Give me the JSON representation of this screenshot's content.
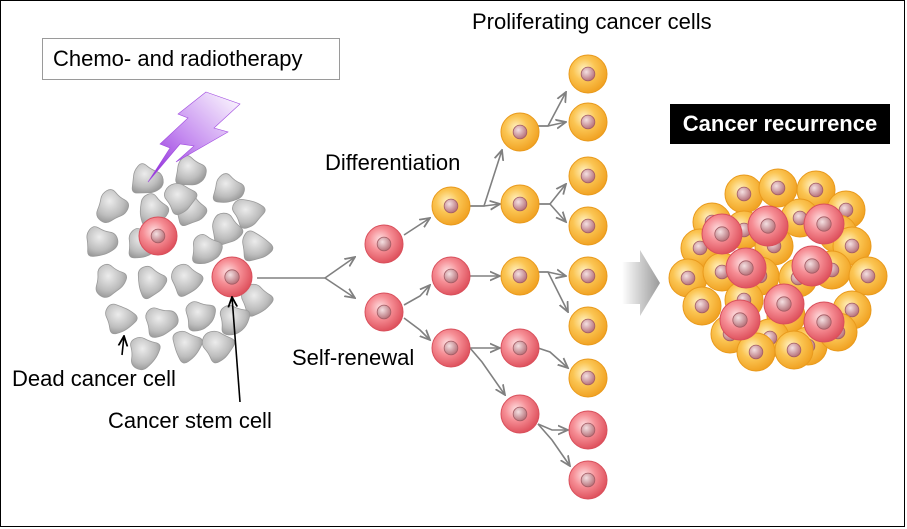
{
  "labels": {
    "therapy": "Chemo- and radiotherapy",
    "proliferating": "Proliferating cancer cells",
    "differentiation": "Differentiation",
    "self_renewal": "Self-renewal",
    "recurrence": "Cancer recurrence",
    "dead_cell": "Dead cancer cell",
    "stem_cell": "Cancer stem cell"
  },
  "colors": {
    "dead_cell": "#b4b4b4",
    "stem_cell": "#ef6f78",
    "differentiated_cell": "#f9b233",
    "nucleus": "#c8868c",
    "lightning": "#9b30e0",
    "arrow": "#808080",
    "recurrence_box": "#000000"
  },
  "icons": {
    "lightning": "lightning-bolt-icon",
    "big_arrow": "right-arrow-icon"
  }
}
